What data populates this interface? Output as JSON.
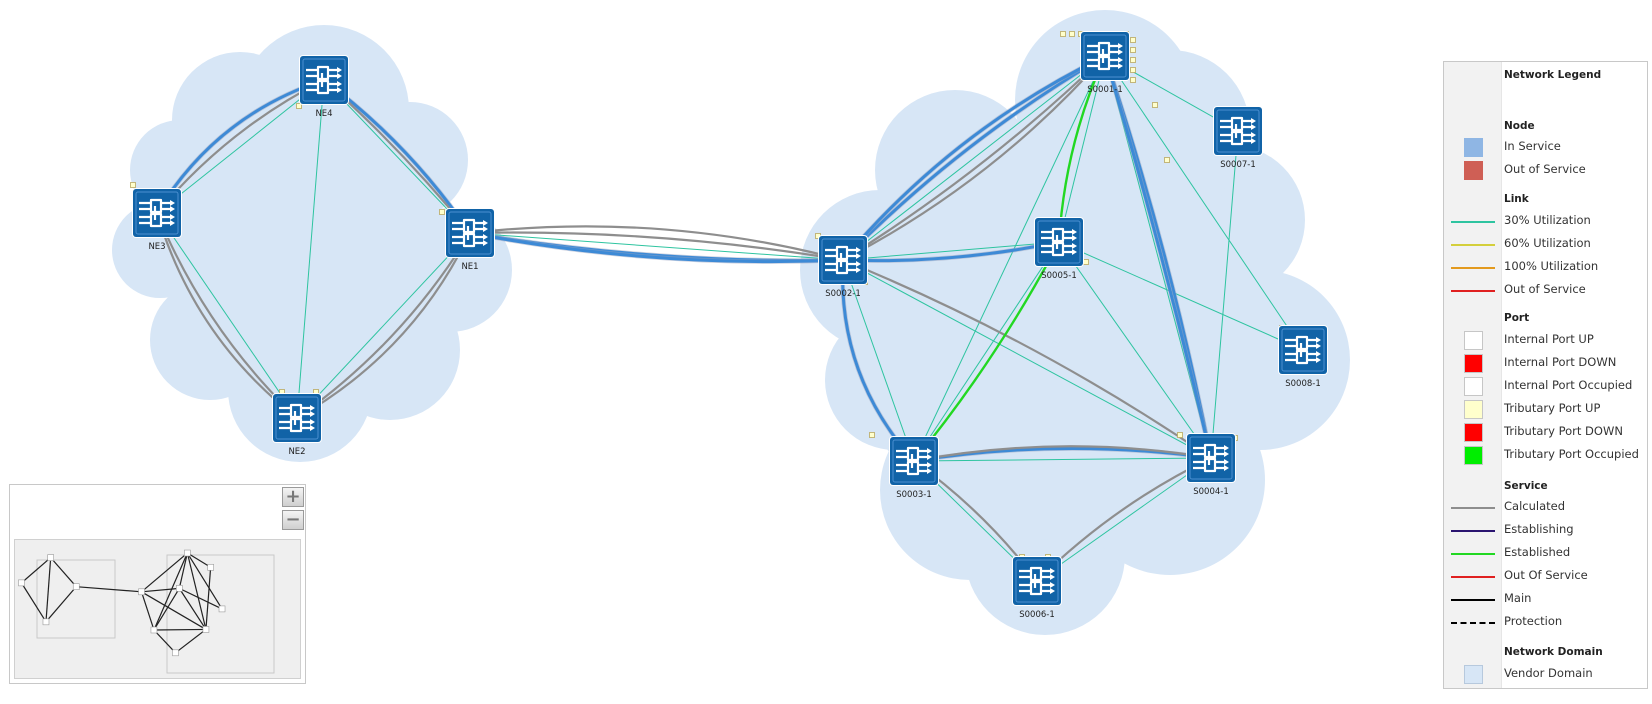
{
  "colors": {
    "cloud": "#d7e6f6",
    "node": "#1163a7",
    "link": "#2ec4a0",
    "service_blue": "#3d8ad6",
    "calculated": "#8e8e8e",
    "established": "#22d822"
  },
  "nodes": [
    {
      "id": "NE4",
      "label": "NE4"
    },
    {
      "id": "NE3",
      "label": "NE3"
    },
    {
      "id": "NE1",
      "label": "NE1"
    },
    {
      "id": "NE2",
      "label": "NE2"
    },
    {
      "id": "S0001",
      "label": "S0001-1"
    },
    {
      "id": "S0007",
      "label": "S0007-1"
    },
    {
      "id": "S0002",
      "label": "S0002-1"
    },
    {
      "id": "S0005",
      "label": "S0005-1"
    },
    {
      "id": "S0008",
      "label": "S0008-1"
    },
    {
      "id": "S0003",
      "label": "S0003-1"
    },
    {
      "id": "S0004",
      "label": "S0004-1"
    },
    {
      "id": "S0006",
      "label": "S0006-1"
    }
  ],
  "links": [
    [
      "NE3",
      "NE4"
    ],
    [
      "NE4",
      "NE2"
    ],
    [
      "NE4",
      "NE1"
    ],
    [
      "NE3",
      "NE2"
    ],
    [
      "NE1",
      "NE2"
    ],
    [
      "NE1",
      "S0002"
    ],
    [
      "S0002",
      "S0001"
    ],
    [
      "S0002",
      "S0005"
    ],
    [
      "S0002",
      "S0003"
    ],
    [
      "S0002",
      "S0004"
    ],
    [
      "S0001",
      "S0007"
    ],
    [
      "S0001",
      "S0005"
    ],
    [
      "S0001",
      "S0004"
    ],
    [
      "S0001",
      "S0008"
    ],
    [
      "S0001",
      "S0003"
    ],
    [
      "S0005",
      "S0003"
    ],
    [
      "S0005",
      "S0004"
    ],
    [
      "S0005",
      "S0008"
    ],
    [
      "S0007",
      "S0004"
    ],
    [
      "S0003",
      "S0004"
    ],
    [
      "S0003",
      "S0006"
    ],
    [
      "S0004",
      "S0006"
    ]
  ],
  "services": [
    {
      "type": "blue",
      "from": "NE3",
      "to": "NE4",
      "bend": -18
    },
    {
      "type": "grey",
      "from": "NE3",
      "to": "NE4",
      "bend": -10
    },
    {
      "type": "blue",
      "from": "NE4",
      "to": "NE1",
      "bend": -8
    },
    {
      "type": "grey",
      "from": "NE4",
      "to": "NE1",
      "bend": -4
    },
    {
      "type": "grey",
      "from": "NE3",
      "to": "NE2",
      "bend": 18
    },
    {
      "type": "grey",
      "from": "NE3",
      "to": "NE2",
      "bend": 12
    },
    {
      "type": "grey",
      "from": "NE1",
      "to": "NE2",
      "bend": -18
    },
    {
      "type": "grey",
      "from": "NE1",
      "to": "NE2",
      "bend": -12
    },
    {
      "type": "grey",
      "from": "NE1",
      "to": "S0002",
      "bend": -16
    },
    {
      "type": "grey",
      "from": "NE1",
      "to": "S0002",
      "bend": -8
    },
    {
      "type": "blue",
      "from": "NE1",
      "to": "S0002",
      "bend": 8
    },
    {
      "type": "blue",
      "from": "NE1",
      "to": "S0002",
      "bend": 10
    },
    {
      "type": "grey",
      "from": "S0002",
      "to": "S0001",
      "bend": 8
    },
    {
      "type": "grey",
      "from": "S0002",
      "to": "S0001",
      "bend": 14
    },
    {
      "type": "blue",
      "from": "S0002",
      "to": "S0001",
      "bend": -10
    },
    {
      "type": "blue",
      "from": "S0002",
      "to": "S0001",
      "bend": -16
    },
    {
      "type": "blue",
      "from": "S0002",
      "to": "S0005",
      "bend": 6
    },
    {
      "type": "blue",
      "from": "S0002",
      "to": "S0003",
      "bend": 20
    },
    {
      "type": "grey",
      "from": "S0002",
      "to": "S0004",
      "bend": -10
    },
    {
      "type": "blue",
      "from": "S0001",
      "to": "S0004",
      "bend": -6
    },
    {
      "type": "blue",
      "from": "S0001",
      "to": "S0004",
      "bend": -3
    },
    {
      "type": "green",
      "from": "S0001",
      "to": "S0005",
      "bend": 8
    },
    {
      "type": "green",
      "from": "S0005",
      "to": "S0003",
      "bend": -6
    },
    {
      "type": "blue",
      "from": "S0003",
      "to": "S0004",
      "bend": -10
    },
    {
      "type": "grey",
      "from": "S0003",
      "to": "S0004",
      "bend": -12
    },
    {
      "type": "grey",
      "from": "S0003",
      "to": "S0006",
      "bend": -6
    },
    {
      "type": "grey",
      "from": "S0004",
      "to": "S0006",
      "bend": 8
    }
  ],
  "legend": {
    "title": "Network Legend",
    "node_heading": "Node",
    "node_items": [
      {
        "label": "In Service",
        "color": "#8fb6e4"
      },
      {
        "label": "Out of Service",
        "color": "#cf5f55"
      }
    ],
    "link_heading": "Link",
    "link_items": [
      {
        "label": "30% Utilization",
        "color": "#2ec4a0",
        "style": "solid"
      },
      {
        "label": "60% Utilization",
        "color": "#d4cf3c",
        "style": "solid"
      },
      {
        "label": "100% Utilization",
        "color": "#e39a1e",
        "style": "solid"
      },
      {
        "label": "Out of Service",
        "color": "#e02020",
        "style": "solid"
      }
    ],
    "port_heading": "Port",
    "port_items": [
      {
        "label": "Internal Port UP",
        "color": "#ffffff"
      },
      {
        "label": "Internal Port DOWN",
        "color": "#ff0000"
      },
      {
        "label": "Internal Port Occupied",
        "color": "#ffffff"
      },
      {
        "label": "Tributary Port UP",
        "color": "#ffffcc"
      },
      {
        "label": "Tributary Port DOWN",
        "color": "#ff0000"
      },
      {
        "label": "Tributary Port Occupied",
        "color": "#00ee00"
      }
    ],
    "service_heading": "Service",
    "service_items": [
      {
        "label": "Calculated",
        "color": "#8e8e8e",
        "style": "solid"
      },
      {
        "label": "Establishing",
        "color": "#2a1470",
        "style": "solid"
      },
      {
        "label": "Established",
        "color": "#22d822",
        "style": "solid"
      },
      {
        "label": "Out Of Service",
        "color": "#e02020",
        "style": "solid"
      },
      {
        "label": "Main",
        "color": "#000000",
        "style": "solid"
      },
      {
        "label": "Protection",
        "color": "#000000",
        "style": "dashed"
      }
    ],
    "domain_heading": "Network Domain",
    "domain_items": [
      {
        "label": "Vendor Domain",
        "color": "#d7e6f6"
      }
    ]
  },
  "minimap": {
    "zoom_in": "+",
    "zoom_out": "−"
  }
}
